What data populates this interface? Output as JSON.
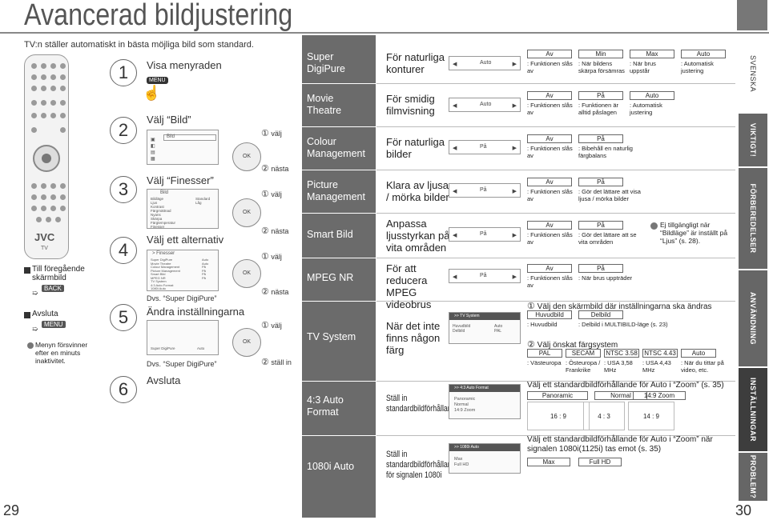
{
  "header": {
    "title": "Avancerad bildjustering",
    "subtitle": "TV:n ställer automatiskt in bästa möjliga bild som standard."
  },
  "page_numbers": {
    "left": "29",
    "right": "30"
  },
  "remote": {
    "brand": "JVC",
    "label": "TV"
  },
  "left_notes": {
    "prev_screen": "Till föregående skärmbild",
    "back_button": "BACK",
    "exit": "Avsluta",
    "menu_button": "MENU",
    "auto_close": "Menyn försvinner efter en minuts inaktivitet."
  },
  "steps": [
    {
      "num": "1",
      "title": "Visa menyraden",
      "button": "MENU"
    },
    {
      "num": "2",
      "title": "Välj “Bild”",
      "screen_title": "Bild",
      "action1": "välj",
      "action2": "nästa"
    },
    {
      "num": "3",
      "title": "Välj “Finesser”",
      "screen_title": "Bild",
      "screen_items": [
        "Bildläge",
        "Ljus",
        "Kontrast",
        "Färgmättnad",
        "Nyans",
        "Skärpa",
        "Färgtemperatur",
        "Finesser"
      ],
      "screen_values": [
        "Standard",
        "",
        "",
        "",
        "",
        "",
        "Låg",
        ""
      ],
      "action1": "välj",
      "action2": "nästa"
    },
    {
      "num": "4",
      "title": "Välj ett alternativ",
      "screen_title": "> Finesser",
      "screen_items": [
        "Super DigiPure",
        "Movie Theatre",
        "Colour Management",
        "Picture Management",
        "Smart Bild",
        "MPEG NR",
        "TV System",
        "4:3 Auto Format",
        "1080i Auto"
      ],
      "screen_values": [
        "Auto",
        "Auto",
        "På",
        "På",
        "På",
        "På",
        "",
        "",
        ""
      ],
      "note": "Dvs. “Super DigiPure”",
      "action1": "välj",
      "action2": "nästa"
    },
    {
      "num": "5",
      "title": "Ändra inställningarna",
      "screen_item": "Super DigiPure",
      "screen_value": "Auto",
      "note": "Dvs. “Super DigiPure”",
      "action1": "välj",
      "action2": "ställ in"
    },
    {
      "num": "6",
      "title": "Avsluta"
    }
  ],
  "categories": [
    "Super DigiPure",
    "Movie Theatre",
    "Colour Management",
    "Picture Management",
    "Smart Bild",
    "MPEG NR",
    "TV System",
    "4:3 Auto Format",
    "1080i Auto"
  ],
  "rows": {
    "digipure": {
      "desc": "För naturliga konturer",
      "value": "Auto",
      "options": [
        "Av",
        "Min",
        "Max",
        "Auto"
      ],
      "notes": [
        ": Funktionen slås av",
        ": När bildens skärpa försämras",
        ": När brus uppstår",
        ": Automatisk justering"
      ]
    },
    "movie": {
      "desc": "För smidig filmvisning",
      "value": "Auto",
      "options": [
        "Av",
        "På",
        "Auto"
      ],
      "notes": [
        ": Funktionen slås av",
        ": Funktionen är alltid påslagen",
        ": Automatisk justering"
      ]
    },
    "colour": {
      "desc": "För naturliga bilder",
      "value": "På",
      "options": [
        "Av",
        "På"
      ],
      "notes": [
        ": Funktionen slås av",
        ": Bibehåll en naturlig färgbalans"
      ]
    },
    "picture": {
      "desc": "Klara av ljusa / mörka bilder",
      "value": "På",
      "options": [
        "Av",
        "På"
      ],
      "notes": [
        ": Funktionen slås av",
        ": Gör det lättare att visa ljusa / mörka bilder"
      ]
    },
    "smart": {
      "desc": "Anpassa ljusstyrkan på vita områden",
      "value": "På",
      "options": [
        "Av",
        "På"
      ],
      "notes": [
        ": Funktionen slås av",
        ": Gör det lättare att se vita områden"
      ],
      "aside": "Ej tillgängligt när “Bildläge” är inställt på “Ljus” (s. 28)."
    },
    "mpeg": {
      "desc": "För att reducera MPEG videobrus",
      "value": "På",
      "options": [
        "Av",
        "På"
      ],
      "notes": [
        ": Funktionen slås av",
        ": När brus uppträder"
      ]
    },
    "tvsystem": {
      "desc": "När det inte finns någon färg",
      "screen_title": ">> TV System",
      "screen_items": [
        "Huvudbild",
        "Delbild"
      ],
      "screen_values": [
        "Auto",
        "PAL"
      ],
      "step1": "Välj den skärmbild där inställningarna ska ändras",
      "screens": [
        "Huvudbild",
        "Delbild"
      ],
      "screen_notes": [
        ": Huvudbild",
        ": Delbild i MULTIBILD-läge (s. 23)"
      ],
      "step2": "Välj önskat färgsystem",
      "systems": [
        "PAL",
        "SECAM",
        "NTSC 3.58",
        "NTSC 4.43",
        "Auto"
      ],
      "system_notes": [
        ": Västeuropa",
        ": Östeuropa / Frankrike",
        ": USA 3,58 MHz",
        ": USA 4,43 MHz",
        ": När du tittar på video, etc."
      ]
    },
    "auto43": {
      "desc": "Ställ in standardbildförhållande",
      "screen_title": ">> 4:3 Auto Format",
      "screen_items": [
        "Panoramic",
        "Normal",
        "14:9 Zoom"
      ],
      "heading": "Välj ett standardbildförhållande för Auto i “Zoom” (s. 35)",
      "options": [
        "Panoramic",
        "Normal",
        "14:9 Zoom"
      ],
      "ratios": [
        "16 : 9",
        "4 : 3",
        "14 : 9"
      ]
    },
    "auto1080": {
      "desc": "Ställ in standardbildförhållande för signalen 1080i",
      "screen_title": ">> 1080i Auto",
      "screen_items": [
        "Max",
        "Full HD"
      ],
      "heading": "Välj ett standardbildförhållande för Auto i “Zoom” när signalen 1080i(1125i) tas emot (s. 35)",
      "options": [
        "Max",
        "Full HD"
      ]
    }
  },
  "side_tabs": [
    "SVENSKA",
    "VIKTIGT!",
    "FÖRBEREDELSER",
    "ANVÄNDNING",
    "INSTÄLLNINGAR",
    "PROBLEM?"
  ],
  "icons": [
    "remote-control-icon",
    "hand-press-icon",
    "ok-dial-icon",
    "bullet-icon",
    "triangle-left-icon",
    "triangle-right-icon"
  ]
}
